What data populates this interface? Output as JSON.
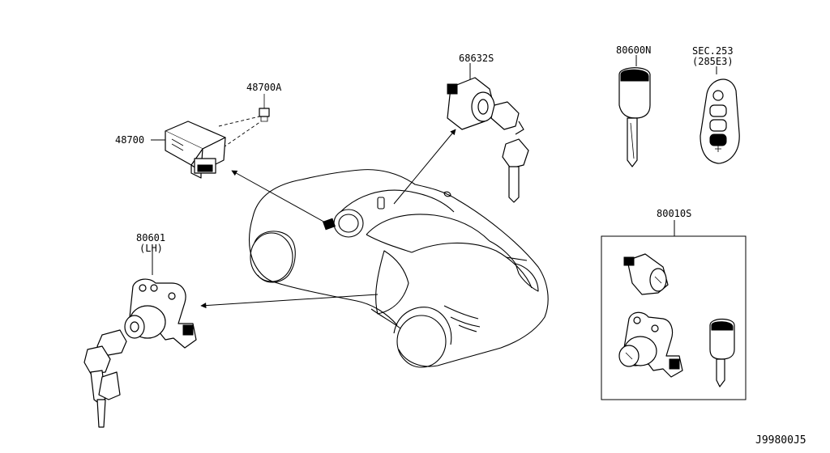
{
  "parts": {
    "bolt_48700a": "48700A",
    "module_48700": "48700",
    "lock_68632s": "68632S",
    "lock_80601": "80601",
    "lock_80601_side": "(LH)",
    "key_80600n": "80600N",
    "fob_sec": "SEC.253",
    "fob_sec_ref": "(285E3)",
    "kit_80010s": "80010S"
  },
  "diagram_code": "J99800J5"
}
